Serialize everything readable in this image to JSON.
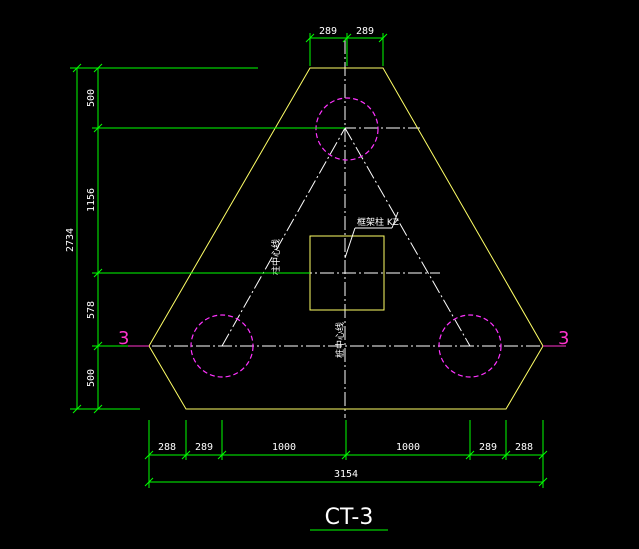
{
  "colors": {
    "background": "#000000",
    "outline": "#ffff66",
    "pile": "#ff33ff",
    "dimension": "#00ff00",
    "centerline": "#ffffff",
    "text": "#ffffff",
    "section_mark": "#ff33cc",
    "title_underline": "#00ff00"
  },
  "dims": {
    "top_left": "289",
    "top_right": "289",
    "left_total": "2734",
    "left_1": "500",
    "left_2": "1156",
    "left_3": "578",
    "left_4": "500",
    "bottom_1": "288",
    "bottom_2": "289",
    "bottom_3": "1000",
    "bottom_4": "1000",
    "bottom_5": "289",
    "bottom_6": "288",
    "bottom_total": "3154"
  },
  "labels": {
    "column": "框架柱 KZ",
    "column_centerline": "柱中心线",
    "pile_centerline": "桩中心线"
  },
  "section_mark_left": "3",
  "section_mark_right": "3",
  "title": "CT-3"
}
